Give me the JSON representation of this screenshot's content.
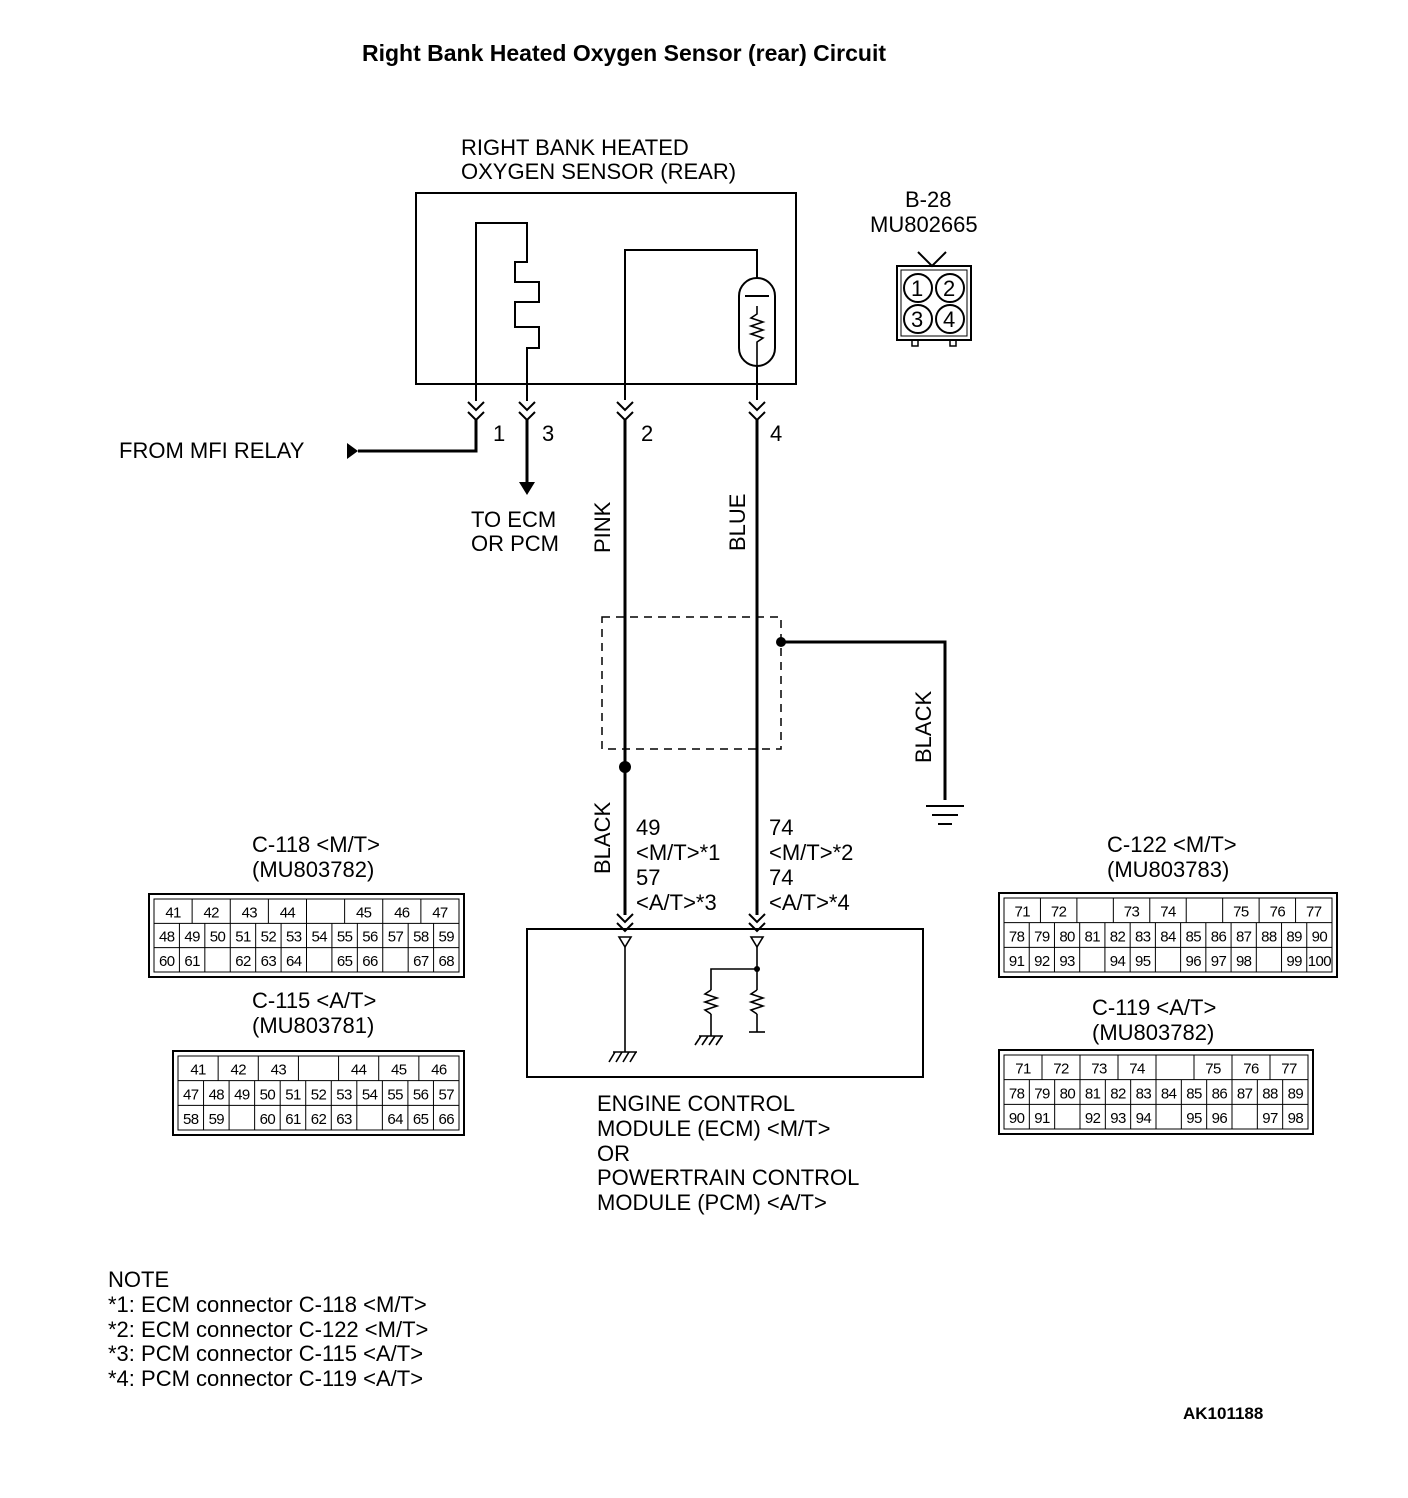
{
  "title": "Right Bank Heated Oxygen Sensor (rear) Circuit",
  "sensor": {
    "label_line1": "RIGHT BANK HEATED",
    "label_line2": "OXYGEN SENSOR (REAR)"
  },
  "sensor_connector": {
    "id": "B-28",
    "part": "MU802665",
    "pins": [
      "1",
      "2",
      "3",
      "4"
    ]
  },
  "sensor_pins": {
    "p1": "1",
    "p3": "3",
    "p2": "2",
    "p4": "4"
  },
  "from_mfi_relay": "FROM MFI RELAY",
  "to_ecm_line1": "TO ECM",
  "to_ecm_line2": "OR PCM",
  "wire_colors": {
    "pink": "PINK",
    "blue": "BLUE",
    "black_ground": "BLACK",
    "black_ecm": "BLACK"
  },
  "ecm_pins_left": [
    "49",
    "<M/T>*1",
    "57",
    "<A/T>*3"
  ],
  "ecm_pins_right": [
    "74",
    "<M/T>*2",
    "74",
    "<A/T>*4"
  ],
  "ecm_label": [
    "ENGINE CONTROL",
    "MODULE (ECM) <M/T>",
    "OR",
    "POWERTRAIN CONTROL",
    "MODULE (PCM) <A/T>"
  ],
  "connectors": {
    "c118": {
      "line1": "C-118 <M/T>",
      "line2": "(MU803782)",
      "rows": [
        [
          "41",
          "42",
          "43",
          "44",
          "",
          "45",
          "46",
          "47"
        ],
        [
          "48",
          "49",
          "50",
          "51",
          "52",
          "53",
          "54",
          "55",
          "56",
          "57",
          "58",
          "59"
        ],
        [
          "60",
          "61",
          "",
          "62",
          "63",
          "64",
          "",
          "65",
          "66",
          "",
          "67",
          "68"
        ]
      ]
    },
    "c115": {
      "line1": "C-115 <A/T>",
      "line2": "(MU803781)",
      "rows": [
        [
          "41",
          "42",
          "43",
          "",
          "44",
          "45",
          "46"
        ],
        [
          "47",
          "48",
          "49",
          "50",
          "51",
          "52",
          "53",
          "54",
          "55",
          "56",
          "57"
        ],
        [
          "58",
          "59",
          "",
          "60",
          "61",
          "62",
          "63",
          "",
          "64",
          "65",
          "66"
        ]
      ]
    },
    "c122": {
      "line1": "C-122 <M/T>",
      "line2": "(MU803783)",
      "rows": [
        [
          "71",
          "72",
          "",
          "73",
          "74",
          "",
          "75",
          "76",
          "77"
        ],
        [
          "78",
          "79",
          "80",
          "81",
          "82",
          "83",
          "84",
          "85",
          "86",
          "87",
          "88",
          "89",
          "90"
        ],
        [
          "91",
          "92",
          "93",
          "",
          "94",
          "95",
          "",
          "96",
          "97",
          "98",
          "",
          "99",
          "100"
        ]
      ]
    },
    "c119": {
      "line1": "C-119 <A/T>",
      "line2": "(MU803782)",
      "rows": [
        [
          "71",
          "72",
          "73",
          "74",
          "",
          "75",
          "76",
          "77"
        ],
        [
          "78",
          "79",
          "80",
          "81",
          "82",
          "83",
          "84",
          "85",
          "86",
          "87",
          "88",
          "89"
        ],
        [
          "90",
          "91",
          "",
          "92",
          "93",
          "94",
          "",
          "95",
          "96",
          "",
          "97",
          "98"
        ]
      ]
    }
  },
  "note": {
    "heading": "NOTE",
    "items": [
      "*1: ECM connector C-118 <M/T>",
      "*2: ECM connector C-122 <M/T>",
      "*3: PCM connector C-115 <A/T>",
      "*4: PCM connector C-119 <A/T>"
    ]
  },
  "figure_code": "AK101188"
}
